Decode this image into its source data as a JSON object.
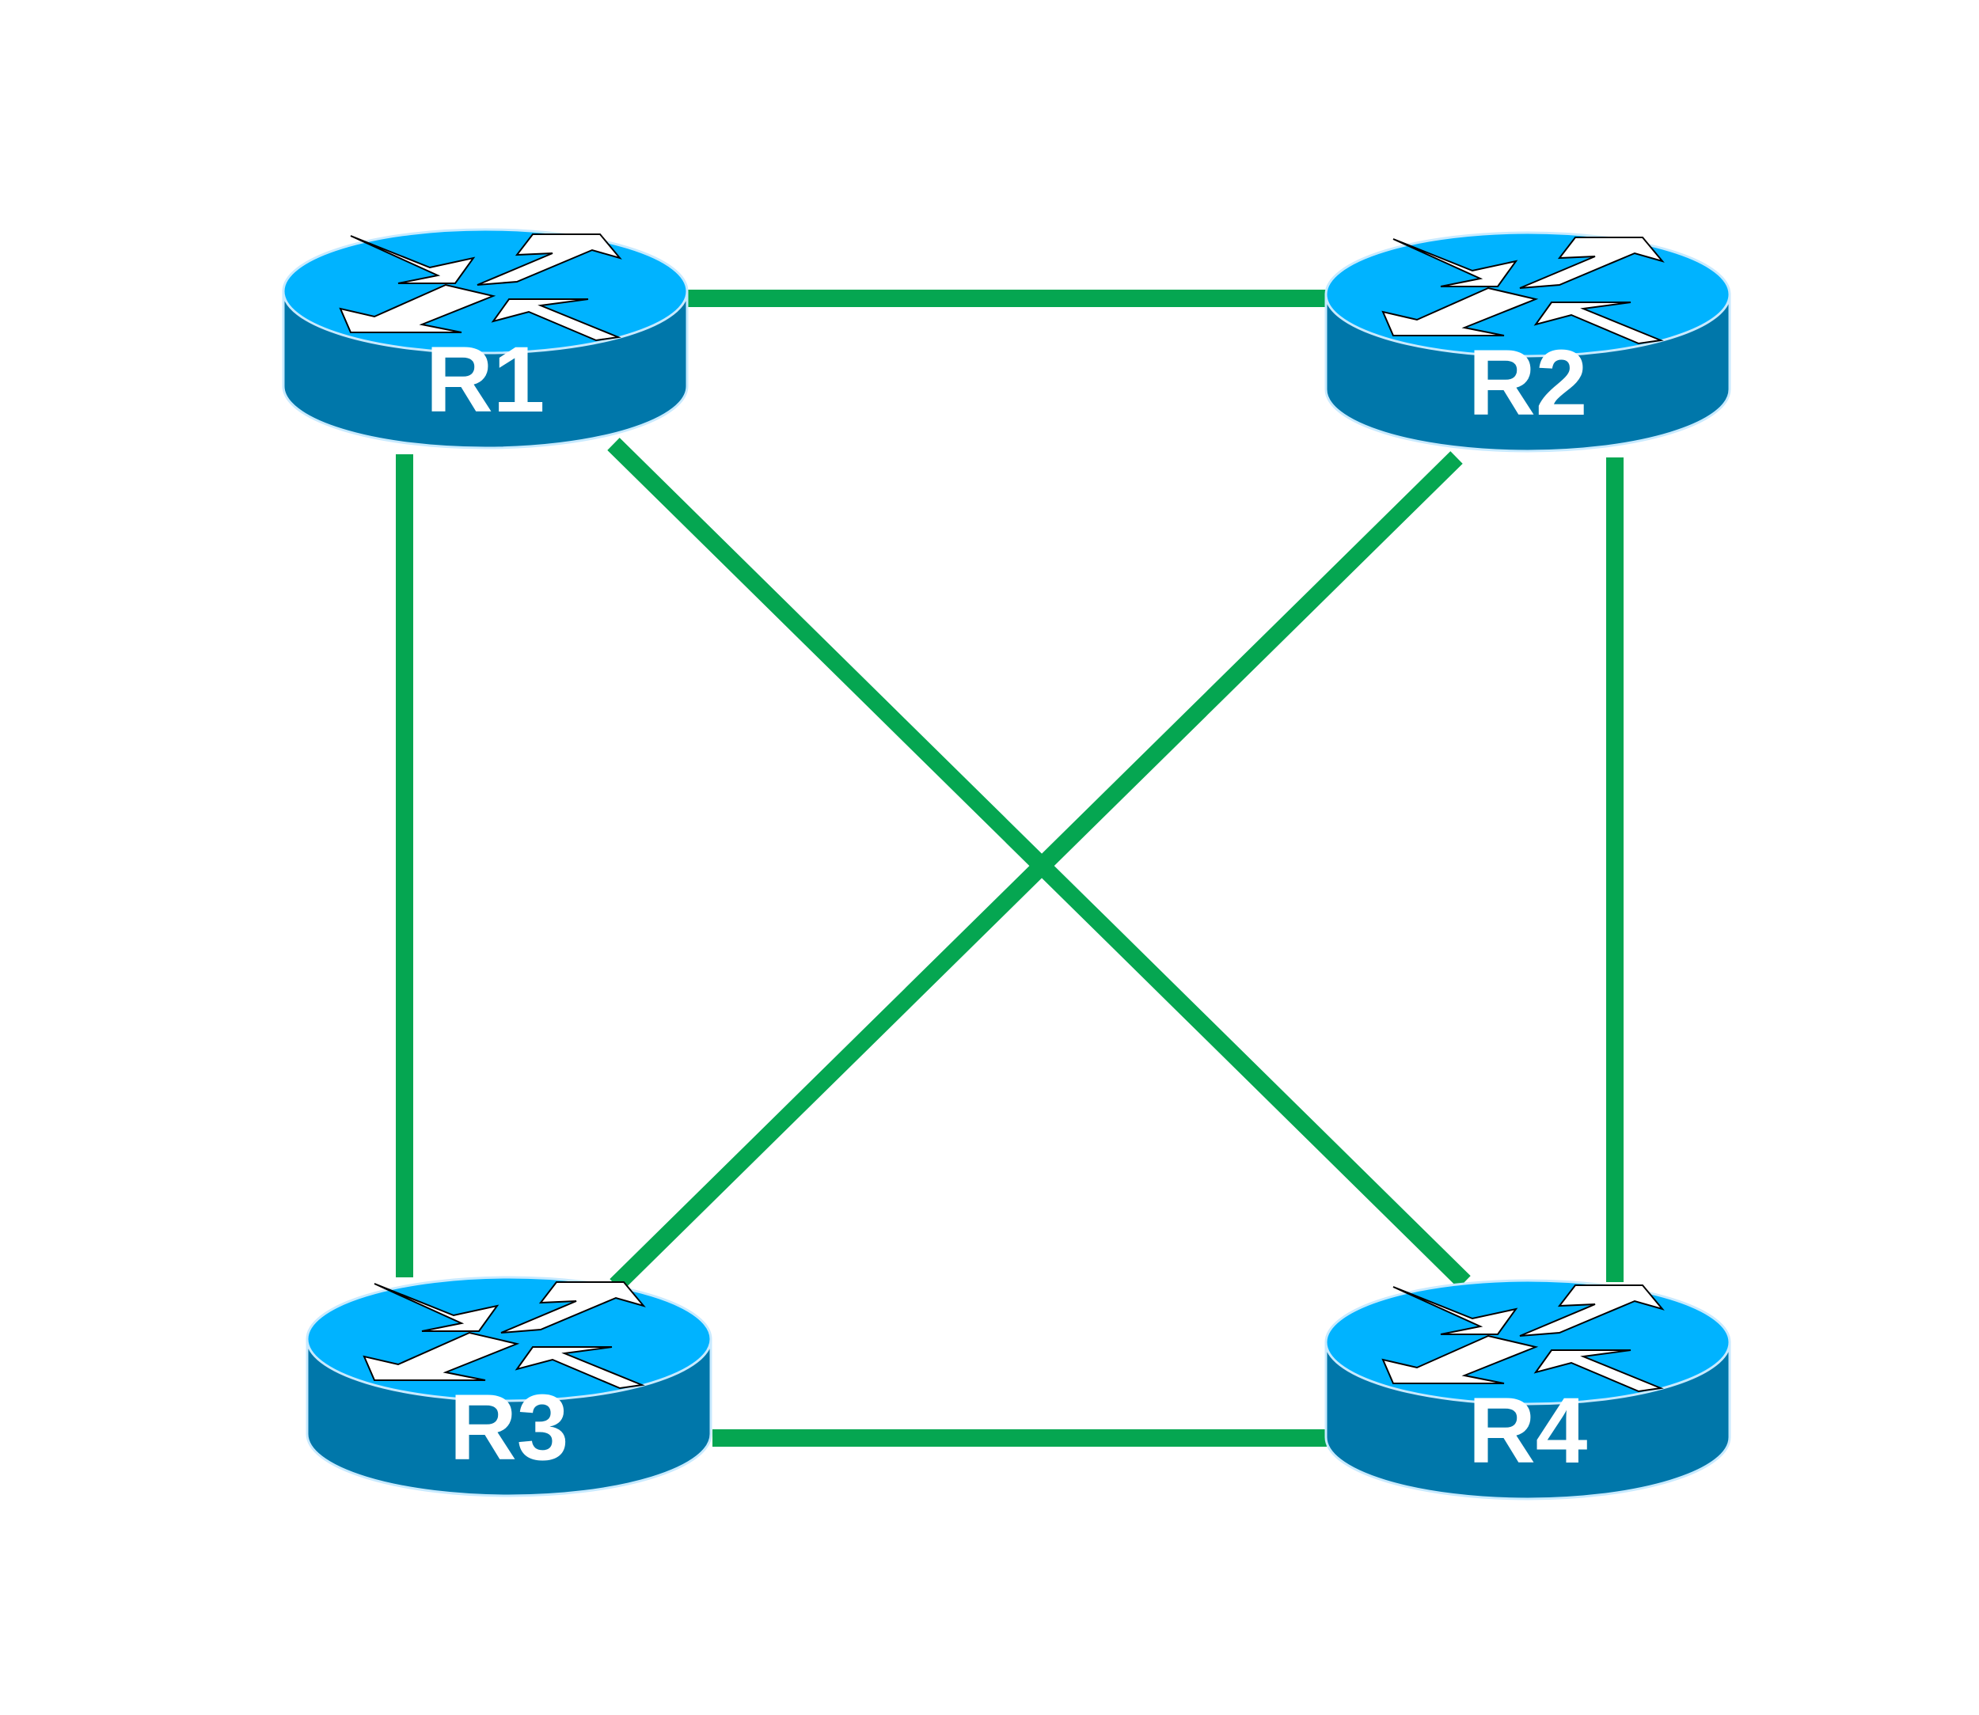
{
  "colors": {
    "background": "#ffffff",
    "link": "#05a651",
    "router_top": "#00b3ff",
    "router_side": "#0077aa",
    "router_outline": "#c8eaff",
    "arrow_fill": "#ffffff",
    "arrow_outline": "#000000",
    "label": "#ffffff"
  },
  "icon": "router-icon",
  "routers": [
    {
      "id": "r1",
      "label": "R1"
    },
    {
      "id": "r2",
      "label": "R2"
    },
    {
      "id": "r3",
      "label": "R3"
    },
    {
      "id": "r4",
      "label": "R4"
    }
  ],
  "links": [
    {
      "from": "r1",
      "to": "r2"
    },
    {
      "from": "r1",
      "to": "r3"
    },
    {
      "from": "r1",
      "to": "r4"
    },
    {
      "from": "r2",
      "to": "r3"
    },
    {
      "from": "r2",
      "to": "r4"
    },
    {
      "from": "r3",
      "to": "r4"
    }
  ]
}
